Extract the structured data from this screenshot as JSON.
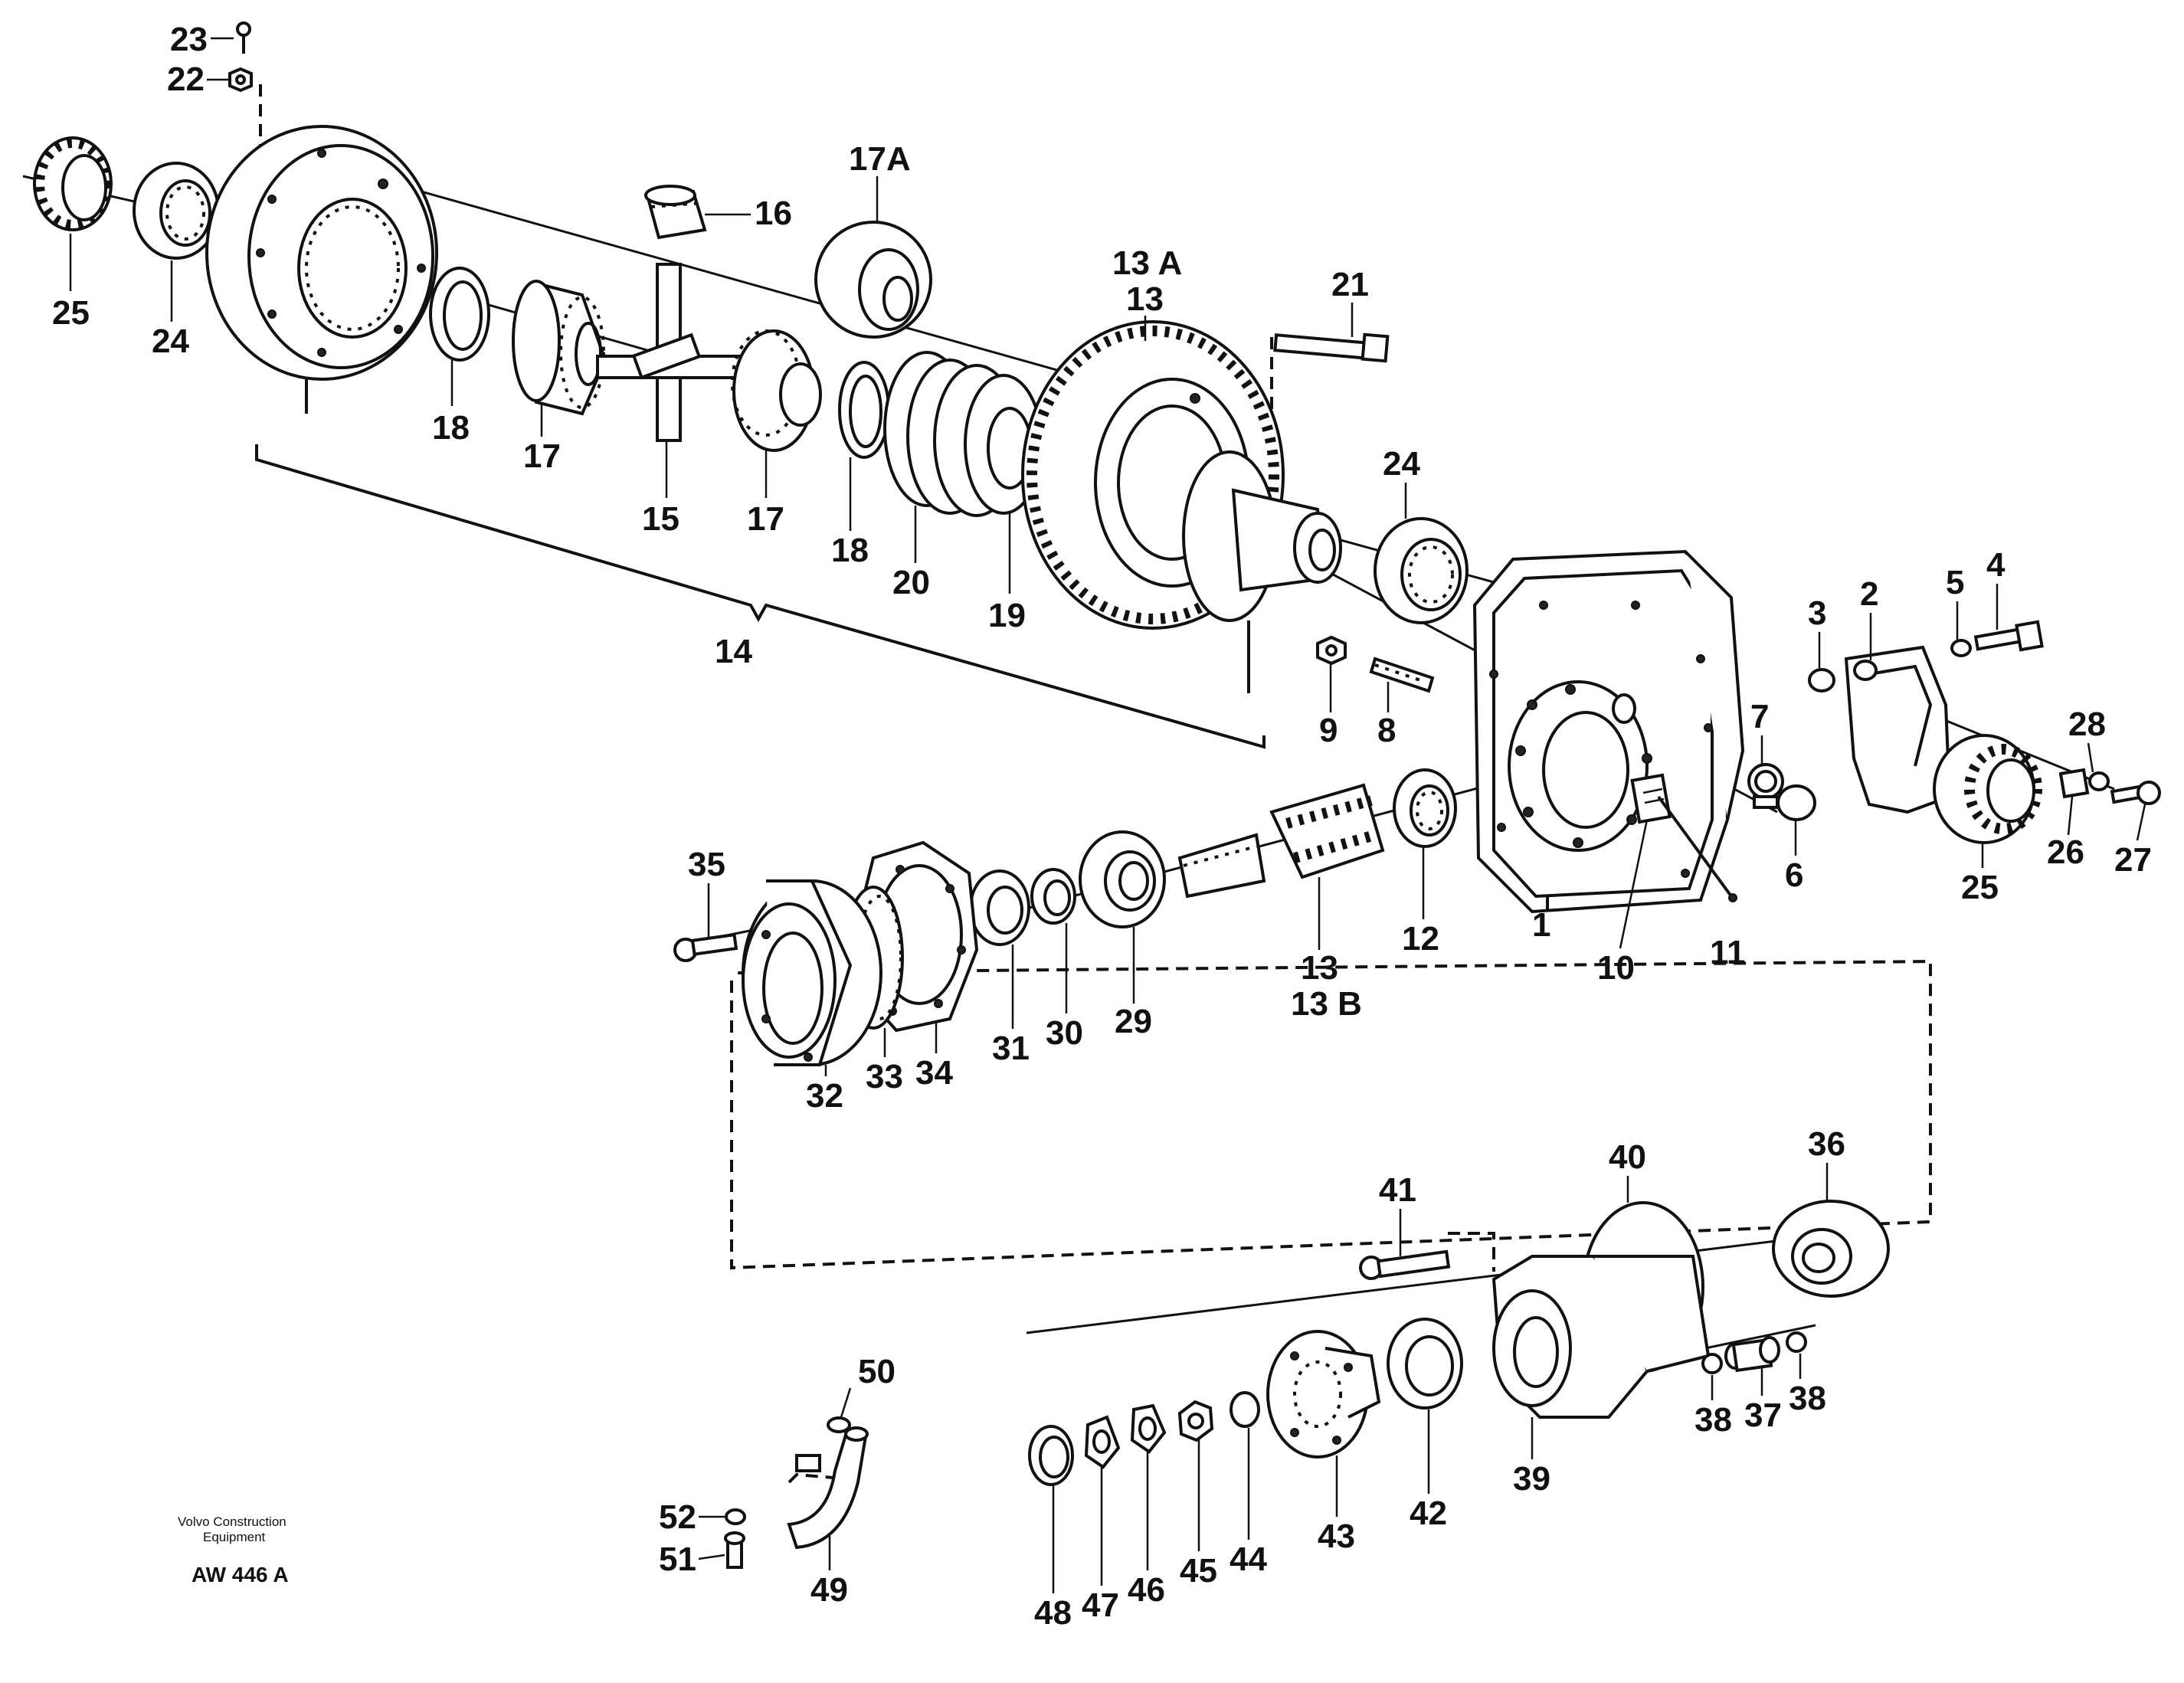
{
  "footer": {
    "company_line1": "Volvo Construction",
    "company_line2": "Equipment",
    "drawing_code": "AW 446 A"
  },
  "callouts": [
    {
      "id": "c23",
      "text": "23"
    },
    {
      "id": "c22",
      "text": "22"
    },
    {
      "id": "c25a",
      "text": "25"
    },
    {
      "id": "c24a",
      "text": "24"
    },
    {
      "id": "c16",
      "text": "16"
    },
    {
      "id": "c17A",
      "text": "17A"
    },
    {
      "id": "c13A",
      "text": "13 A"
    },
    {
      "id": "c13a",
      "text": "13"
    },
    {
      "id": "c21",
      "text": "21"
    },
    {
      "id": "c18a",
      "text": "18"
    },
    {
      "id": "c17a",
      "text": "17"
    },
    {
      "id": "c15",
      "text": "15"
    },
    {
      "id": "c17b",
      "text": "17"
    },
    {
      "id": "c18b",
      "text": "18"
    },
    {
      "id": "c20",
      "text": "20"
    },
    {
      "id": "c19",
      "text": "19"
    },
    {
      "id": "c24b",
      "text": "24"
    },
    {
      "id": "c14",
      "text": "14"
    },
    {
      "id": "c3",
      "text": "3"
    },
    {
      "id": "c2",
      "text": "2"
    },
    {
      "id": "c5",
      "text": "5"
    },
    {
      "id": "c4",
      "text": "4"
    },
    {
      "id": "c9",
      "text": "9"
    },
    {
      "id": "c8",
      "text": "8"
    },
    {
      "id": "c7",
      "text": "7"
    },
    {
      "id": "c28",
      "text": "28"
    },
    {
      "id": "c6",
      "text": "6"
    },
    {
      "id": "c26",
      "text": "26"
    },
    {
      "id": "c27",
      "text": "27"
    },
    {
      "id": "c25b",
      "text": "25"
    },
    {
      "id": "c35",
      "text": "35"
    },
    {
      "id": "c12",
      "text": "12"
    },
    {
      "id": "c1",
      "text": "1"
    },
    {
      "id": "c11",
      "text": "11"
    },
    {
      "id": "c10",
      "text": "10"
    },
    {
      "id": "c13b",
      "text": "13"
    },
    {
      "id": "c13B",
      "text": "13 B"
    },
    {
      "id": "c29",
      "text": "29"
    },
    {
      "id": "c30",
      "text": "30"
    },
    {
      "id": "c31",
      "text": "31"
    },
    {
      "id": "c34",
      "text": "34"
    },
    {
      "id": "c33",
      "text": "33"
    },
    {
      "id": "c32",
      "text": "32"
    },
    {
      "id": "c40",
      "text": "40"
    },
    {
      "id": "c36",
      "text": "36"
    },
    {
      "id": "c41",
      "text": "41"
    },
    {
      "id": "c50",
      "text": "50"
    },
    {
      "id": "c52",
      "text": "52"
    },
    {
      "id": "c51",
      "text": "51"
    },
    {
      "id": "c49",
      "text": "49"
    },
    {
      "id": "c38a",
      "text": "38"
    },
    {
      "id": "c37",
      "text": "37"
    },
    {
      "id": "c38b",
      "text": "38"
    },
    {
      "id": "c39",
      "text": "39"
    },
    {
      "id": "c42",
      "text": "42"
    },
    {
      "id": "c43",
      "text": "43"
    },
    {
      "id": "c44",
      "text": "44"
    },
    {
      "id": "c45",
      "text": "45"
    },
    {
      "id": "c46",
      "text": "46"
    },
    {
      "id": "c47",
      "text": "47"
    },
    {
      "id": "c48",
      "text": "48"
    }
  ]
}
